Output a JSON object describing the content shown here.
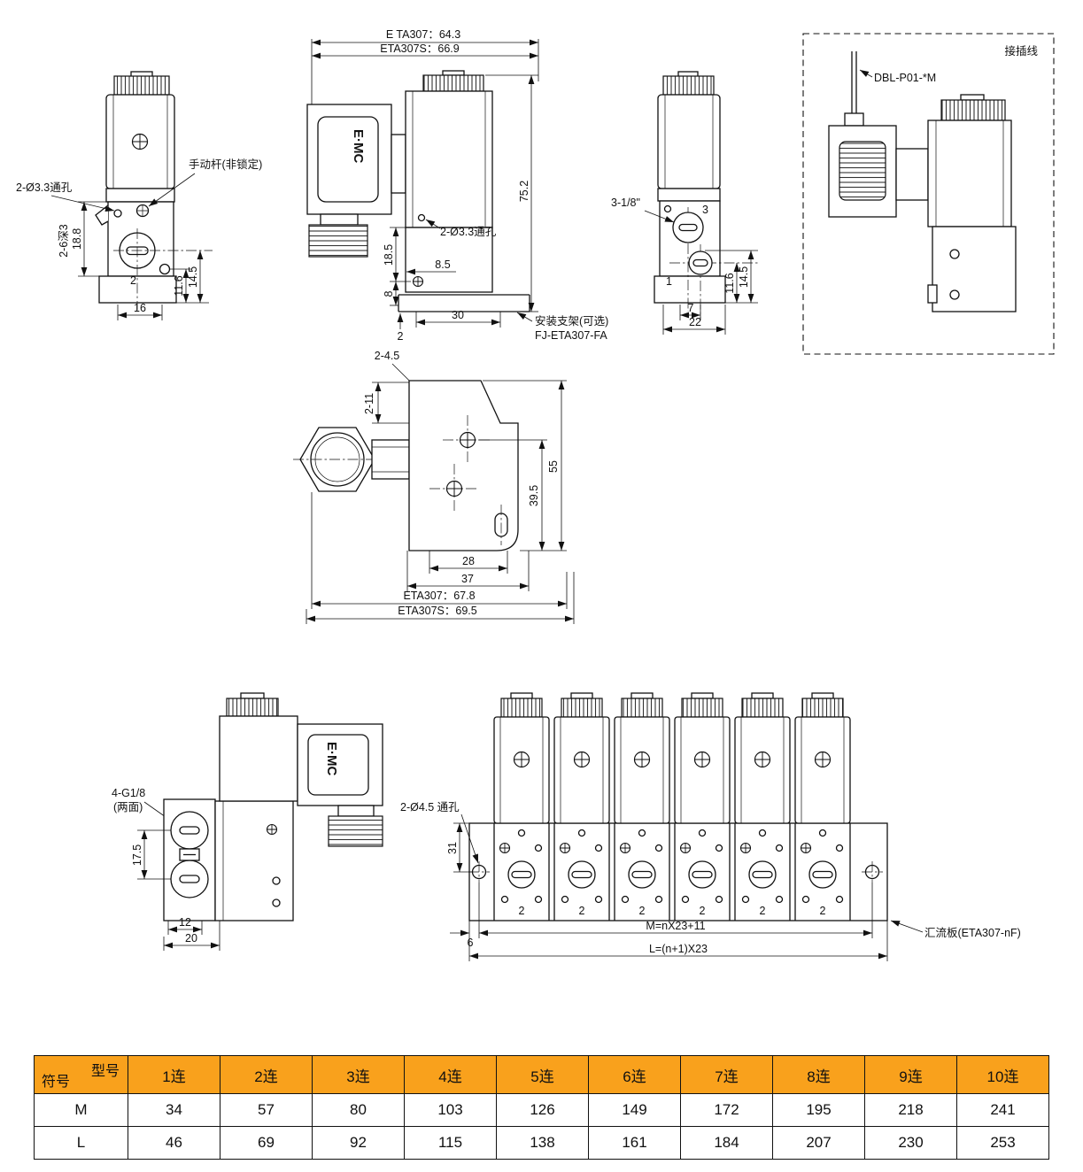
{
  "colors": {
    "line": "#111111",
    "table_header_bg": "#F9A11C",
    "background": "#ffffff"
  },
  "views": {
    "side_left": {
      "label_through_hole": "2-Ø3.3通孔",
      "label_manual_lever": "手动杆(非锁定)",
      "dim_counterbore": "2-6深3",
      "dim_188": "18.8",
      "dim_16": "16",
      "dim_116": "11.6",
      "dim_145": "14.5",
      "port_2": "2"
    },
    "front": {
      "dim_total_eta307": "E TA307：64.3",
      "dim_total_eta307s": "ETA307S：66.9",
      "logo": "E·MC",
      "dim_752": "75.2",
      "dim_185": "18.5",
      "dim_85": "8.5",
      "dim_8": "8",
      "dim_2": "2",
      "dim_30": "30",
      "label_through_hole": "2-Ø3.3通孔",
      "label_bracket_line1": "安装支架(可选)",
      "label_bracket_line2": "FJ-ETA307-FA"
    },
    "side_right": {
      "label_port_thread": "3-1/8\"",
      "port_3": "3",
      "port_1": "1",
      "dim_7": "7",
      "dim_22": "22",
      "dim_116": "11.6",
      "dim_145": "14.5"
    },
    "cable": {
      "title": "接插线",
      "label_cable": "DBL-P01-*M"
    },
    "bracket": {
      "dim_2_45": "2-4.5",
      "dim_2_11": "2-11",
      "dim_395": "39.5",
      "dim_55": "55",
      "dim_28": "28",
      "dim_37": "37",
      "dim_eta307": "ETA307：67.8",
      "dim_eta307s": "ETA307S：69.5"
    },
    "manifold_side": {
      "label_ports_line1": "4-G1/8",
      "label_ports_line2": "(两面)",
      "logo": "E·MC",
      "dim_175": "17.5",
      "dim_12": "12",
      "dim_20": "20"
    },
    "manifold_front": {
      "label_through_hole": "2-Ø4.5 通孔",
      "dim_31": "31",
      "dim_6": "6",
      "dim_m": "M=nX23+11",
      "dim_l": "L=(n+1)X23",
      "label_manifold": "汇流板(ETA307-nF)",
      "port_2": "2"
    }
  },
  "table": {
    "header_model": "型号",
    "header_symbol": "符号",
    "columns": [
      "1连",
      "2连",
      "3连",
      "4连",
      "5连",
      "6连",
      "7连",
      "8连",
      "9连",
      "10连"
    ],
    "rows": [
      {
        "symbol": "M",
        "values": [
          34,
          57,
          80,
          103,
          126,
          149,
          172,
          195,
          218,
          241
        ]
      },
      {
        "symbol": "L",
        "values": [
          46,
          69,
          92,
          115,
          138,
          161,
          184,
          207,
          230,
          253
        ]
      }
    ]
  }
}
